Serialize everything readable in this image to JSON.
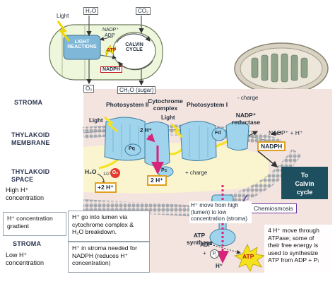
{
  "colors": {
    "stroma_bg": "#f4e4df",
    "space_bg": "#fbf5cf",
    "membrane": "#9aa0a6",
    "arrow_pink": "#d6247b",
    "yellow": "#f5e21c",
    "protein_blue": "#9fd4ec",
    "calvin_box": "#1e4f5e",
    "chemiosmosis_border": "#6a3aa0"
  },
  "overview": {
    "light": "Light",
    "h2o": "H₂O",
    "co2": "CO₂",
    "nadp": "NADP⁺",
    "adp": "ADP",
    "light_reactions": "LIGHT\nREACTIONS",
    "calvin_cycle": "CALVIN\nCYCLE",
    "atp": "ATP",
    "nadph": "NADPH",
    "o2": "O₂",
    "ch2o": "CH₂O (sugar)"
  },
  "side_labels": {
    "stroma_top": "Stroma",
    "thylakoid_membrane": "Thylakoid\nmembrane",
    "thylakoid_space": "Thylakoid\nspace",
    "high_h": "High H⁺\nconcentration",
    "stroma_bottom": "Stroma",
    "low_h": "Low H⁺\nconcentration"
  },
  "complexes": {
    "photosystem2": "Photosystem II",
    "cytochrome": "Cytochrome\ncomplex",
    "photosystem1": "Photosystem I",
    "nadp_reductase": "NADP⁺\nreductase",
    "atp_synthase": "ATP\nsynthase",
    "pq": "Pq",
    "pc": "Pc",
    "fd": "Fd"
  },
  "labels": {
    "charge_minus": "- charge",
    "charge_plus": "+ charge",
    "light1": "Light",
    "light2": "Light",
    "two_h_top": "2 H⁺",
    "two_h_bottom": "2 H⁺",
    "h2o": "H₂O",
    "half": "1/2",
    "o2_bubble": "O₂",
    "plus_two_h": "+2 H⁺",
    "nadp_eq": "NADP⁺ + H⁺",
    "nadph": "NADPH",
    "to_calvin": "To\nCalvin\ncycle",
    "chemiosmosis": "Chemiosmosis",
    "h_move": "H⁺ move from high\n(lumen) to low\nconcentration (stroma)",
    "adp": "ADP",
    "plus": "+",
    "pi": "P",
    "pi_sub": "i",
    "atp": "ATP",
    "h_plus": "H⁺"
  },
  "notes": {
    "gradient": "H⁺ concentration\ngradient",
    "lumen": "H⁺ go into lumen via\ncytochrome complex &\nH₂O breakdown.",
    "nadph_need": "H⁺ in stroma needed for\nNADPH (reduces H⁺\nconcentration)",
    "atp_synth": "4 H⁺ move through\nATPase; some of\ntheir free energy is\nused to synthesize\nATP from ADP + Pᵢ"
  }
}
